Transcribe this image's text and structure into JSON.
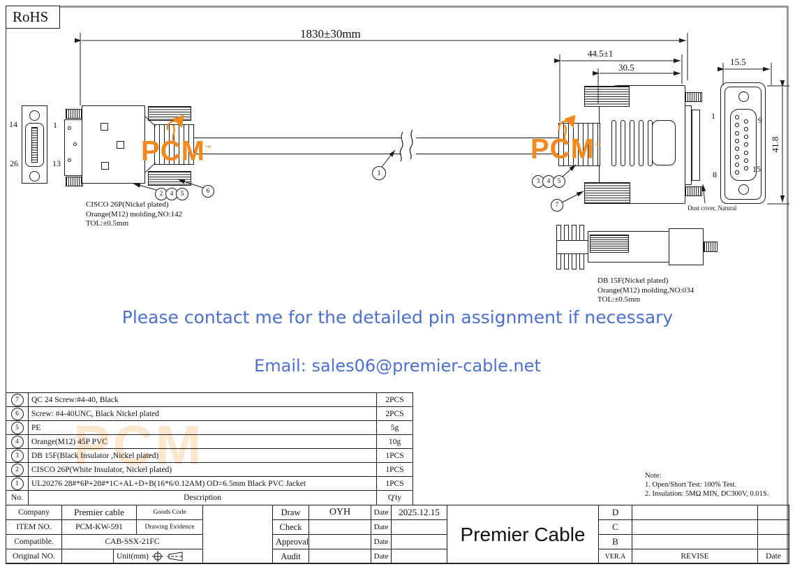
{
  "rohs": "RoHS",
  "watermark": {
    "text": "PCM",
    "tm": "™"
  },
  "dims": {
    "overall": "1830±30mm",
    "housing": "44.5±1",
    "hood": "30.5",
    "face_width": "15.5",
    "face_height": "41.8"
  },
  "left_connector": {
    "pin_tl": "14",
    "pin_tr": "1",
    "pin_bl": "26",
    "pin_br": "13",
    "label1": "CISCO 26P(Nickel plated)",
    "label2": "Orange(M12) molding,NO:142",
    "label3": "TOL:±0.5mm",
    "callouts": [
      "2",
      "4",
      "5"
    ],
    "extra_callout": "6"
  },
  "right_connector": {
    "pin_top": "1",
    "pin_bottom": "8",
    "pin_right_top": "9",
    "pin_right_bottom": "15",
    "dust_cover": "Dust cover, Natural",
    "label1": "DB 15F(Nickel plated)",
    "label2": "Orange(M12) molding,NO:034",
    "label3": "TOL:±0.5mm",
    "callouts": [
      "3",
      "4",
      "5"
    ],
    "extra_callout": "7"
  },
  "cable": {
    "callout": "1"
  },
  "notice": {
    "line1": "Please contact me for the detailed pin assignment if necessary",
    "line2": "Email: sales06@premier-cable.net"
  },
  "parts": {
    "header_no": "No.",
    "header_desc": "Description",
    "header_qty": "Q'ty",
    "rows": [
      {
        "no": "7",
        "desc": "QC 24 Screw:#4-40, Black",
        "qty": "2PCS"
      },
      {
        "no": "6",
        "desc": "Screw: #4-40UNC, Black Nickel plated",
        "qty": "2PCS"
      },
      {
        "no": "5",
        "desc": "PE",
        "qty": "5g"
      },
      {
        "no": "4",
        "desc": "Orange(M12) 45P PVC",
        "qty": "10g"
      },
      {
        "no": "3",
        "desc": "DB 15F(Black Insulator ,Nickel plated)",
        "qty": "1PCS"
      },
      {
        "no": "2",
        "desc": "CISCO 26P(White Insulator, Nickel plated)",
        "qty": "1PCS"
      },
      {
        "no": "1",
        "desc": "UL20276 28#*6P+28#*1C+AL+D+B(16*6/0.12AM) OD=6.5mm Black PVC Jacket",
        "qty": "1PCS"
      }
    ]
  },
  "titleblock": {
    "company_label": "Company",
    "company_value": "Premier cable",
    "goods_code_label": "Goods Code",
    "item_label": "ITEM NO.",
    "item_value": "PCM-KW-591",
    "evidence_label": "Drawing Evidence",
    "compatible_label": "Compatible.",
    "compatible_value": "CAB-SSX-21FC",
    "original_label": "Original NO.",
    "unit_label": "Unit(mm)",
    "draw_label": "Draw",
    "draw_value": "OYH",
    "date_label": "Date",
    "draw_date": "2025.12.15",
    "check_label": "Check",
    "approval_label": "Approval",
    "audit_label": "Audit",
    "brand": "Premier Cable",
    "rev_d": "D",
    "rev_c": "C",
    "rev_b": "B",
    "ver": "VER.A",
    "revise": "REVISE",
    "rev_date_label": "Date"
  },
  "note": {
    "title": "Note:",
    "l1": "1. Open/Short Test: 100% Test.",
    "l2": "2. Insulation: 5MΩ MIN, DC300V, 0.01S."
  },
  "colors": {
    "blue": "#4a70d6",
    "orange": "#f5881c",
    "line": "#1c1c1c"
  }
}
